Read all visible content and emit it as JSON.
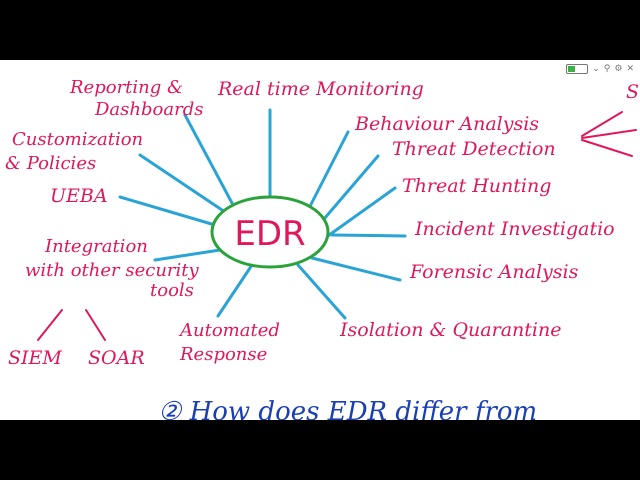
{
  "diagram": {
    "center": {
      "label": "EDR",
      "border_color": "#2aa33a",
      "text_color": "#e0175a"
    },
    "spoke_color": "#2aa3d6",
    "label_color": "#e0175a",
    "nodes": [
      {
        "id": "reporting",
        "lines": [
          "Reporting &",
          "Dashboards"
        ]
      },
      {
        "id": "realtime",
        "lines": [
          "Real time Monitoring"
        ]
      },
      {
        "id": "behaviour",
        "lines": [
          "Behaviour Analysis"
        ]
      },
      {
        "id": "threat-detection",
        "lines": [
          "Threat Detection"
        ]
      },
      {
        "id": "threat-hunting",
        "lines": [
          "Threat Hunting"
        ]
      },
      {
        "id": "incident",
        "lines": [
          "Incident Investigatio"
        ]
      },
      {
        "id": "forensic",
        "lines": [
          "Forensic Analysis"
        ]
      },
      {
        "id": "isolation",
        "lines": [
          "Isolation & Quarantine"
        ]
      },
      {
        "id": "automated",
        "lines": [
          "Automated",
          "Response"
        ]
      },
      {
        "id": "integration",
        "lines": [
          "Integration",
          "with other security",
          "tools"
        ]
      },
      {
        "id": "ueba",
        "lines": [
          "UEBA"
        ]
      },
      {
        "id": "customization",
        "lines": [
          "Customization",
          "& Policies"
        ]
      }
    ],
    "sub_nodes": {
      "siem": "SIEM",
      "soar": "SOAR",
      "partial_right": "S"
    }
  },
  "question": {
    "text": "② How does EDR differ from"
  },
  "toolbar": {
    "icons": [
      "battery-icon",
      "chevron-down-icon",
      "pin-icon",
      "tools-icon",
      "close-icon"
    ]
  }
}
